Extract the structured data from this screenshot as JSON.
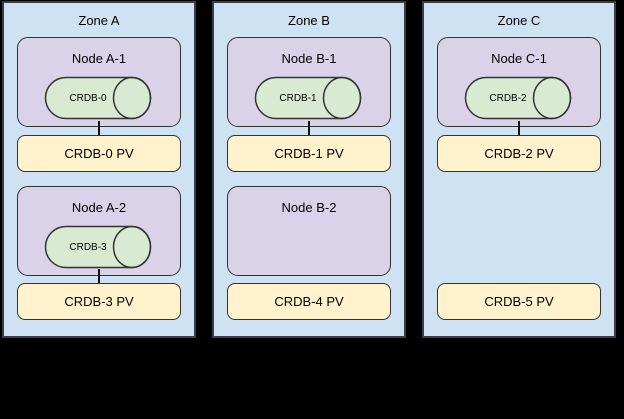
{
  "diagram": {
    "zones": [
      {
        "title": "Zone A",
        "nodes": [
          {
            "title": "Node A-1",
            "pod": "CRDB-0",
            "pv": "CRDB-0 PV",
            "connected": true
          },
          {
            "title": "Node A-2",
            "pod": "CRDB-3",
            "pv": "CRDB-3 PV",
            "connected": true
          }
        ]
      },
      {
        "title": "Zone B",
        "nodes": [
          {
            "title": "Node B-1",
            "pod": "CRDB-1",
            "pv": "CRDB-1 PV",
            "connected": true
          },
          {
            "title": "Node B-2",
            "pod": null,
            "pv": "CRDB-4 PV",
            "connected": false
          }
        ]
      },
      {
        "title": "Zone C",
        "nodes": [
          {
            "title": "Node C-1",
            "pod": "CRDB-2",
            "pv": "CRDB-2 PV",
            "connected": true
          },
          {
            "title": null,
            "pod": null,
            "pv": "CRDB-5 PV",
            "connected": false
          }
        ]
      }
    ],
    "colors": {
      "background": "#000000",
      "zone_fill": "#cfe2f3",
      "zone_border": "#37404a",
      "node_fill": "#d9d2e9",
      "pod_fill": "#d9ead3",
      "pv_fill": "#fff2cc",
      "border": "#333333"
    }
  }
}
